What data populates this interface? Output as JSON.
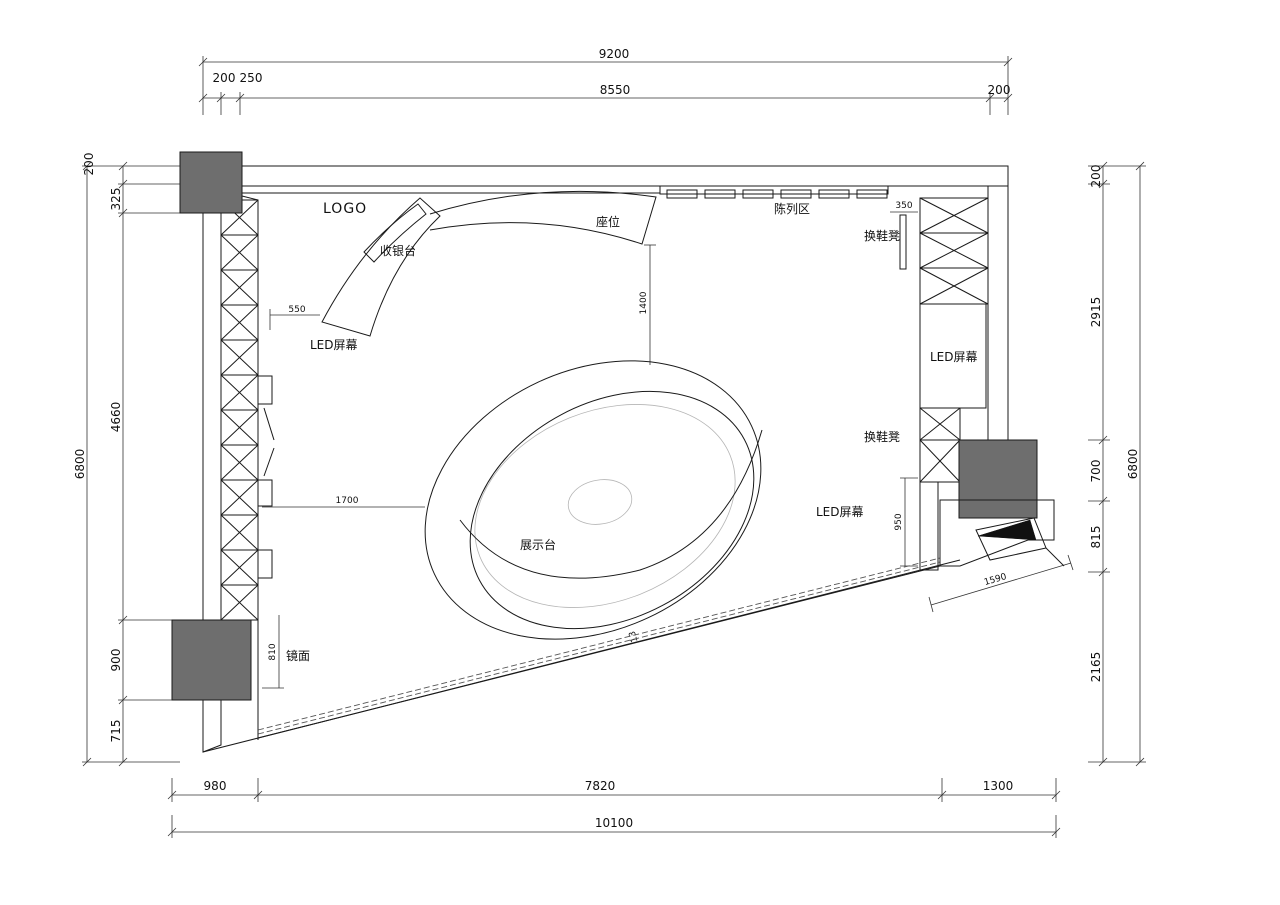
{
  "dimensions": {
    "top_total": "9200",
    "top_a": "200",
    "top_b": "250",
    "top_mid": "8550",
    "top_c": "200",
    "bottom_a": "980",
    "bottom_mid": "7820",
    "bottom_c": "1300",
    "bottom_total": "10100",
    "left_a": "200",
    "left_b": "325",
    "left_c": "4660",
    "left_d": "900",
    "left_e": "715",
    "left_total": "6800",
    "right_a": "200",
    "right_b": "2915",
    "right_c": "700",
    "right_d": "815",
    "right_e": "2165",
    "right_total": "6800",
    "inner_550": "550",
    "inner_1400": "1400",
    "inner_1700": "1700",
    "inner_810": "810",
    "inner_350": "350",
    "inner_950": "950",
    "inner_1590": "1590",
    "inner_diag": "13"
  },
  "labels": {
    "logo": "LOGO",
    "cashier": "收银台",
    "seat": "座位",
    "display_area": "陈列区",
    "shoe_bench_1": "换鞋凳",
    "shoe_bench_2": "换鞋凳",
    "led_left": "LED屏幕",
    "led_right_wall": "LED屏幕",
    "led_right": "LED屏幕",
    "display_stand": "展示台",
    "mirror": "镜面"
  }
}
